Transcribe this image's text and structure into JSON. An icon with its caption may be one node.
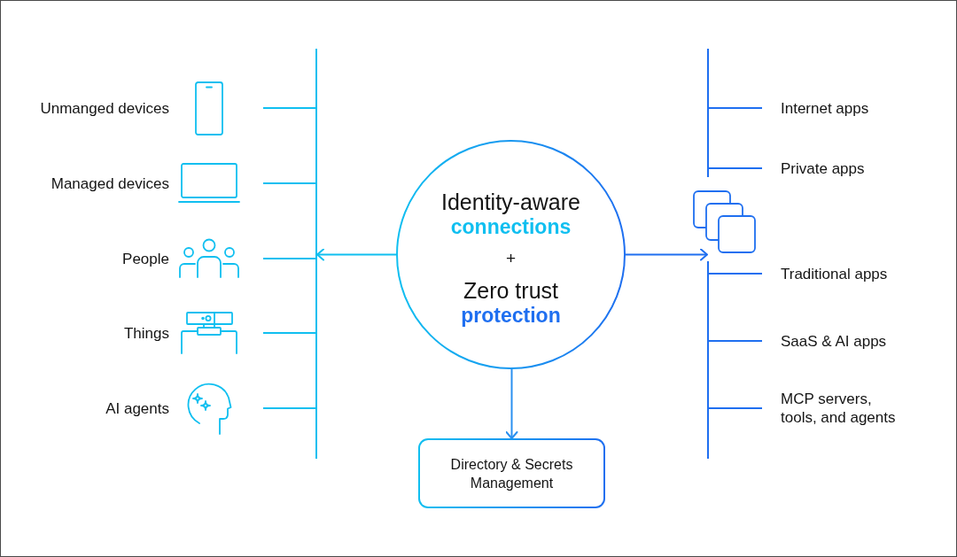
{
  "diagram": {
    "nodes": [
      {
        "text": [
          "Unmanged devices"
        ]
      },
      {
        "text": [
          "Managed devices"
        ]
      },
      {
        "text": [
          "People"
        ]
      },
      {
        "text": [
          "Things"
        ]
      },
      {
        "text": [
          "AI agents"
        ]
      },
      {
        "text": [],
        "shape": "bar"
      },
      {
        "text": [
          "Identity-aware **connections**",
          "+",
          "Zero trust **protection**"
        ]
      },
      {
        "text": [],
        "shape": "bar"
      },
      {
        "text": [
          "Internet apps"
        ]
      },
      {
        "text": [
          "Private apps"
        ]
      },
      {
        "text": [
          "Traditional apps"
        ]
      },
      {
        "text": [
          "SaaS & AI apps"
        ]
      },
      {
        "text": [
          "MCP servers, tools, and agents"
        ]
      },
      {
        "text": [
          "Directory & Secrets Management"
        ]
      }
    ],
    "edges": [
      {
        "from": 0,
        "to": 5,
        "arrow": "none"
      },
      {
        "from": 1,
        "to": 5,
        "arrow": "none"
      },
      {
        "from": 2,
        "to": 5,
        "arrow": "none"
      },
      {
        "from": 3,
        "to": 5,
        "arrow": "none"
      },
      {
        "from": 4,
        "to": 5,
        "arrow": "none"
      },
      {
        "from": 6,
        "to": 5,
        "arrow": "to"
      },
      {
        "from": 6,
        "to": 7,
        "arrow": "to",
        "color": "#1f6ff0"
      },
      {
        "from": 7,
        "to": 8,
        "arrow": "none",
        "color": "#1f6ff0"
      },
      {
        "from": 7,
        "to": 9,
        "arrow": "none",
        "color": "#1f6ff0"
      },
      {
        "from": 7,
        "to": 10,
        "arrow": "none",
        "color": "#1f6ff0"
      },
      {
        "from": 7,
        "to": 11,
        "arrow": "none",
        "color": "#1f6ff0"
      },
      {
        "from": 7,
        "to": 12,
        "arrow": "none",
        "color": "#1f6ff0"
      },
      {
        "from": 6,
        "to": 13,
        "arrow": "to",
        "color": "#2a90f0"
      }
    ]
  }
}
